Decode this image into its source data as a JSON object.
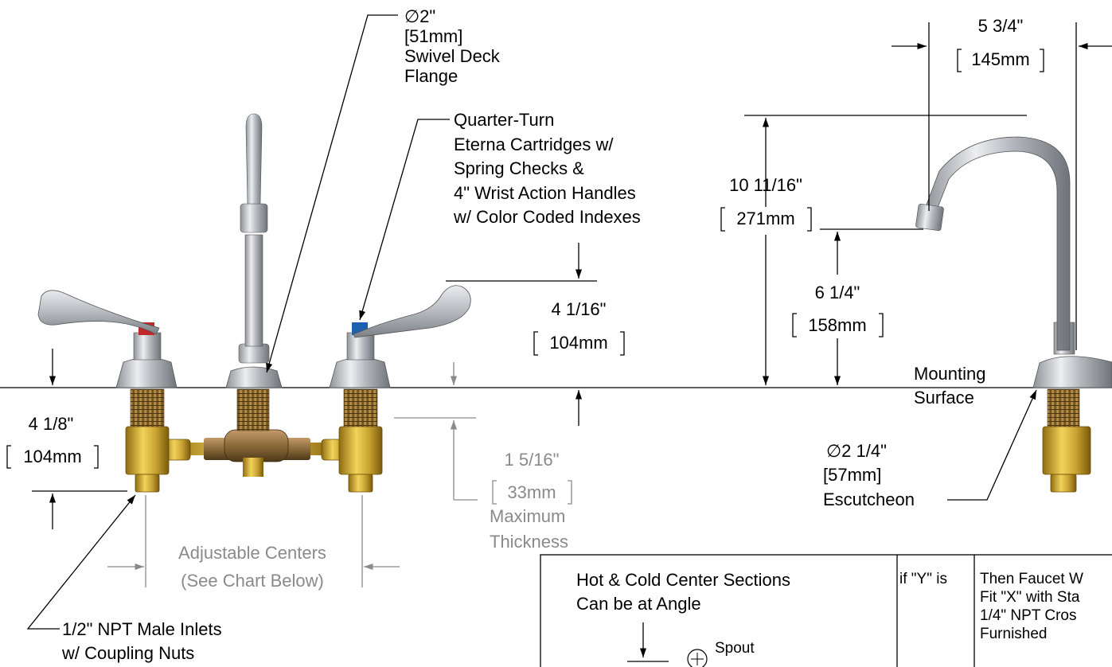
{
  "labels": {
    "flange_dia": "∅2\"",
    "flange_mm": "[51mm]",
    "flange_name_1": "Swivel Deck",
    "flange_name_2": "Flange",
    "cart_1": "Quarter-Turn",
    "cart_2": "Eterna Cartridges w/",
    "cart_3": "Spring Checks &",
    "cart_4": "4\" Wrist Action Handles",
    "cart_5": "w/ Color Coded Indexes",
    "top_width": "5 3/4\"",
    "top_width_mm": "145mm",
    "spout_h": "10 11/16\"",
    "spout_h_mm": "271mm",
    "outlet_h": "6 1/4\"",
    "outlet_h_mm": "158mm",
    "handle_h": "4 1/16\"",
    "handle_h_mm": "104mm",
    "mount_1": "Mounting",
    "mount_2": "Surface",
    "below_h": "4 1/8\"",
    "below_h_mm": "104mm",
    "thick": "1 5/16\"",
    "thick_mm": "33mm",
    "thick_1": "Maximum",
    "thick_2": "Thickness",
    "esc_dia": "∅2 1/4\"",
    "esc_mm": "[57mm]",
    "esc_name": "Escutcheon",
    "centers_1": "Adjustable Centers",
    "centers_2": "(See Chart Below)",
    "inlets_1": "1/2\" NPT Male Inlets",
    "inlets_2": "w/ Coupling Nuts"
  },
  "table": {
    "col1_1": "Hot & Cold Center Sections",
    "col1_2": "Can be at Angle",
    "col1_spout": "Spout",
    "col2": "if \"Y\" is",
    "col3_1": "Then Faucet W",
    "col3_2": "Fit \"X\" with Sta",
    "col3_3": "1/4\" NPT Cros",
    "col3_4": "Furnished"
  },
  "colors": {
    "chrome": "#b9bcc1",
    "brass": "#c9a232",
    "bronze": "#8a6a3a",
    "dim_gray": "#8a8a8a"
  }
}
